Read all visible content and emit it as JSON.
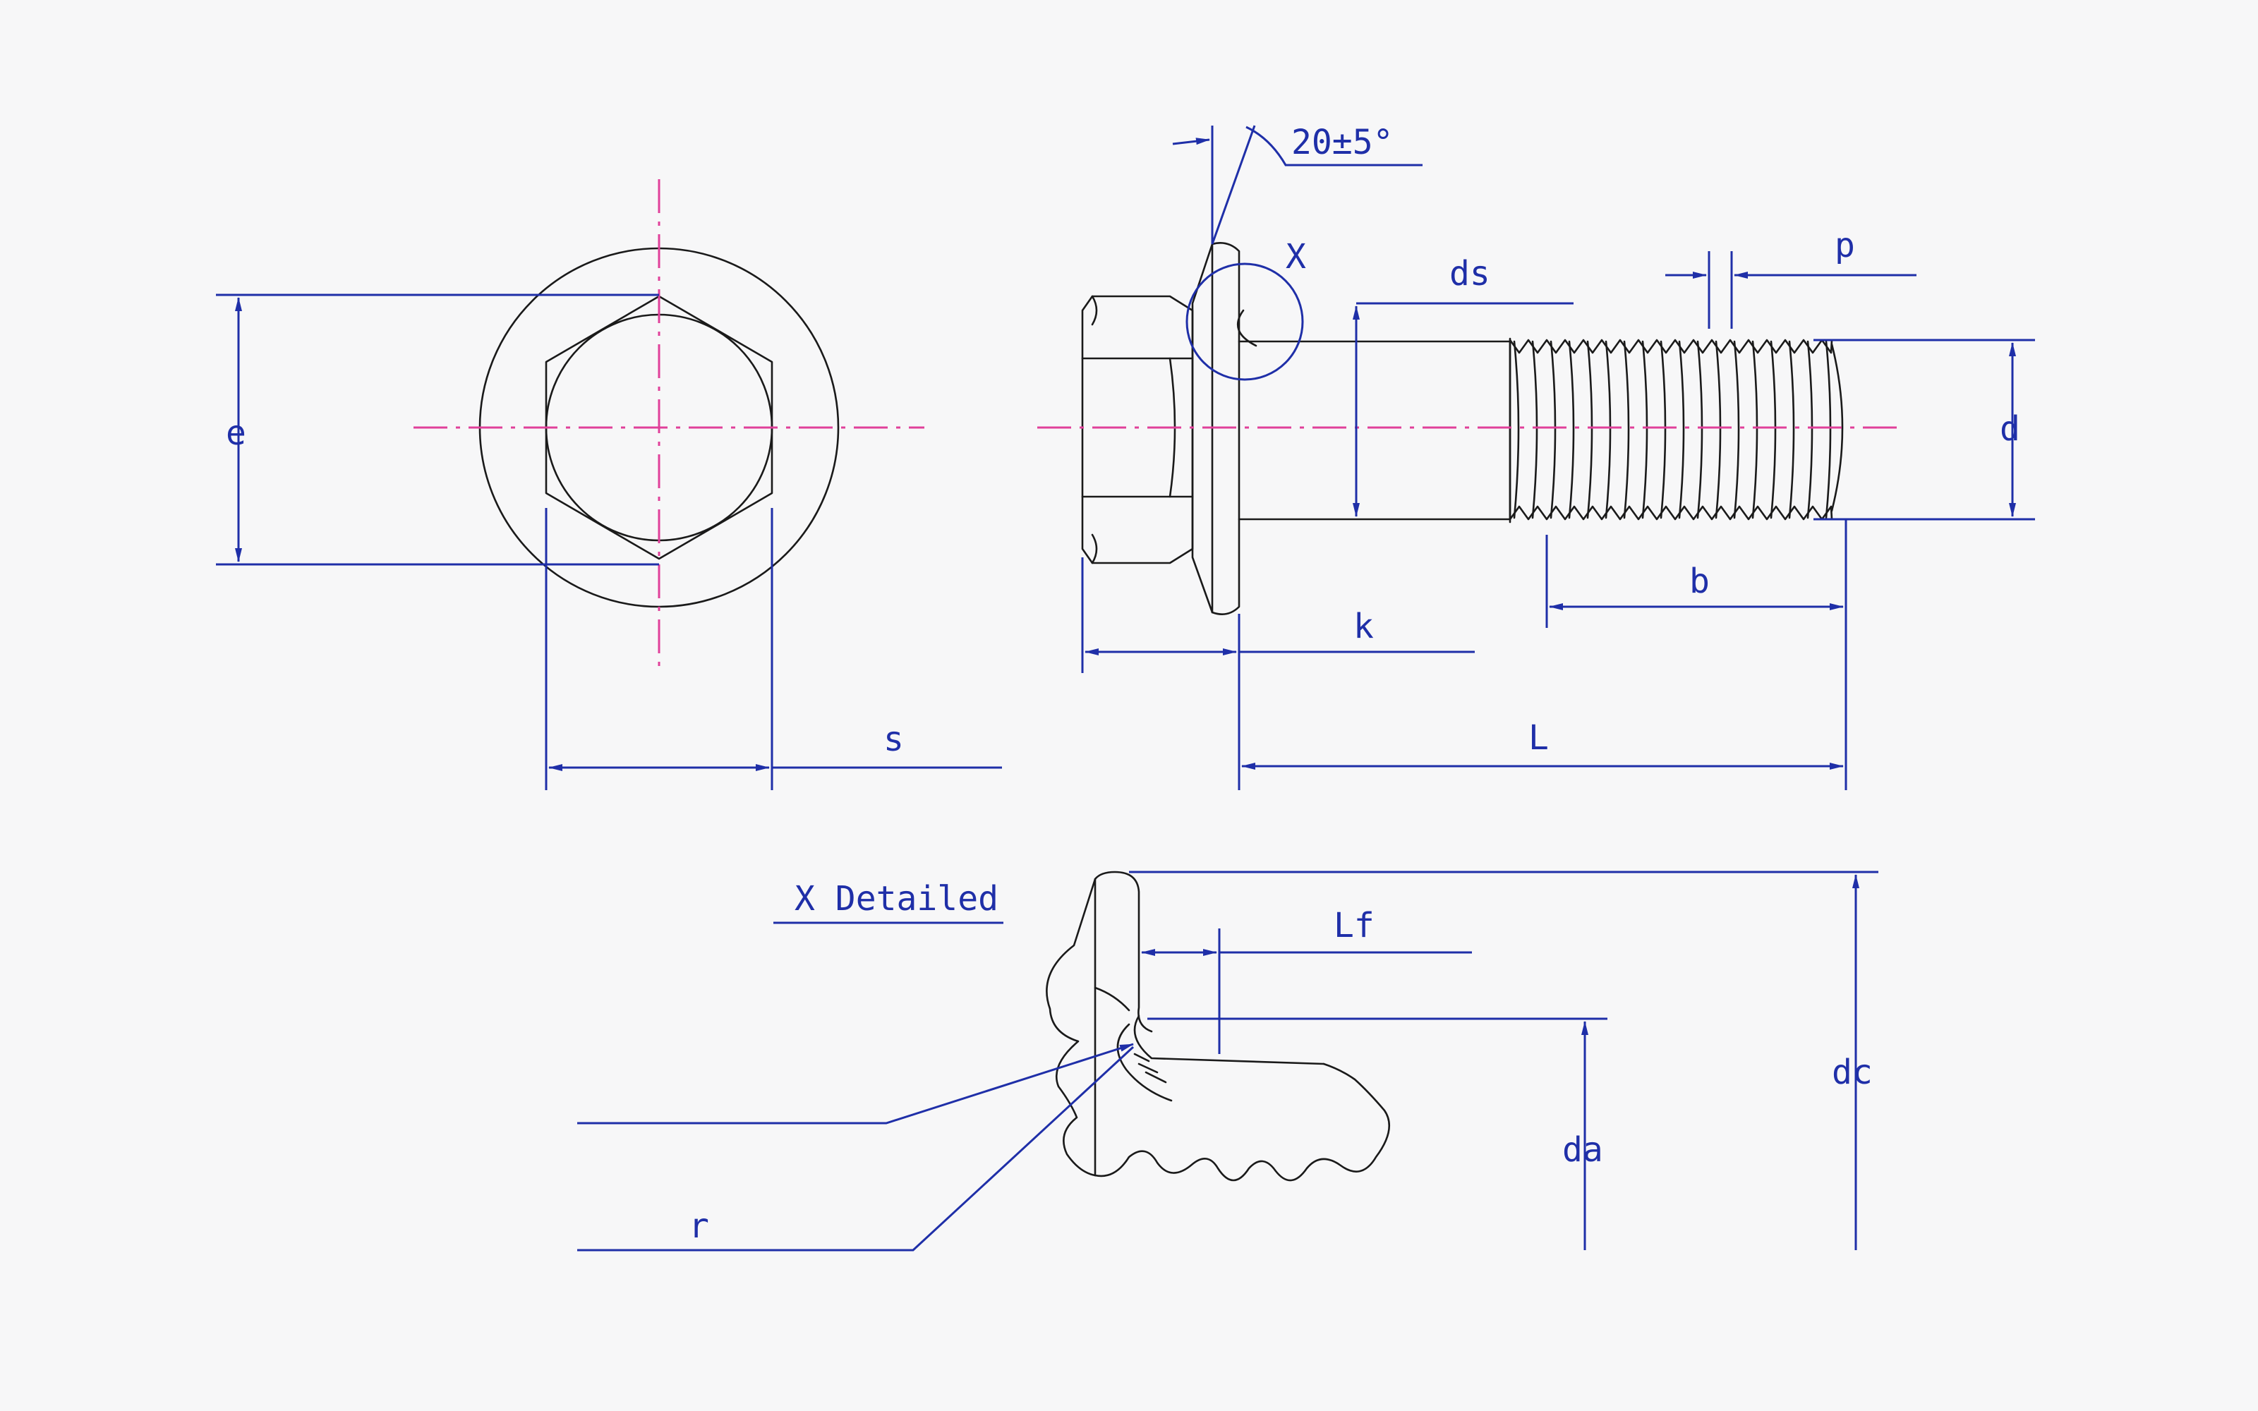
{
  "labels": {
    "e": "e",
    "s": "s",
    "angle": "20±5°",
    "x": "X",
    "ds": "ds",
    "p": "p",
    "d": "d",
    "b": "b",
    "k": "k",
    "L": "L",
    "x_detailed": "X Detailed",
    "Lf": "Lf",
    "dc": "dc",
    "da": "da",
    "r": "r"
  },
  "colors": {
    "dimension": "#1f2fa8",
    "centerline": "#e0409a",
    "outline": "#1a1a1a",
    "background": "#f7f7f8"
  }
}
